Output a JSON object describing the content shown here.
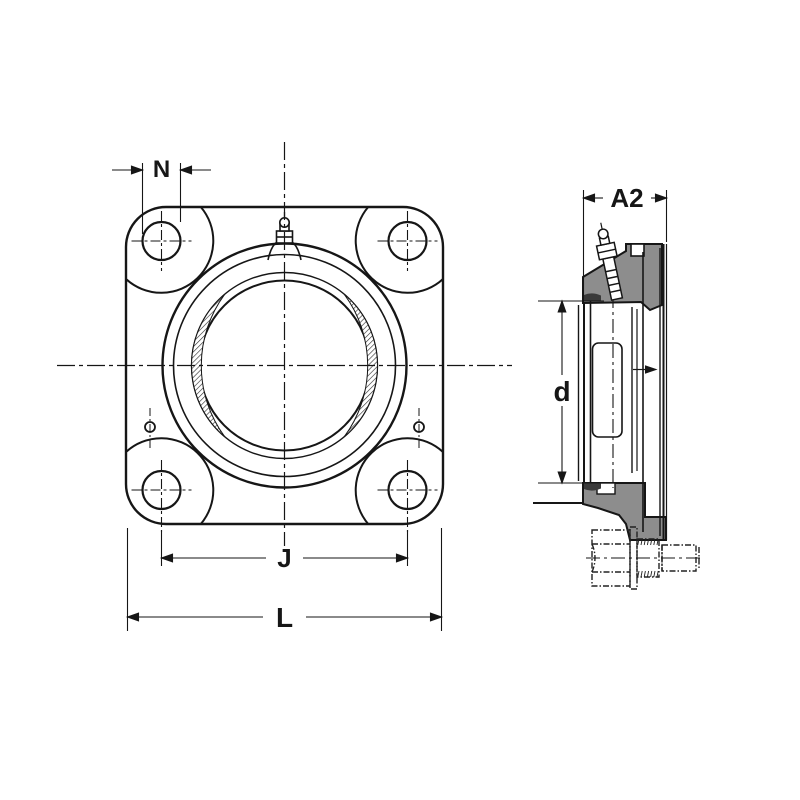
{
  "labels": {
    "bolt_hole_diameter": "N",
    "bolt_span": "J",
    "flange_width": "L",
    "housing_width": "A2",
    "bore_diameter": "d"
  },
  "colors": {
    "line": "#161616",
    "section_fill": "#8d8d8d",
    "seal_fill": "#3a3a3a",
    "background": "#ffffff"
  }
}
